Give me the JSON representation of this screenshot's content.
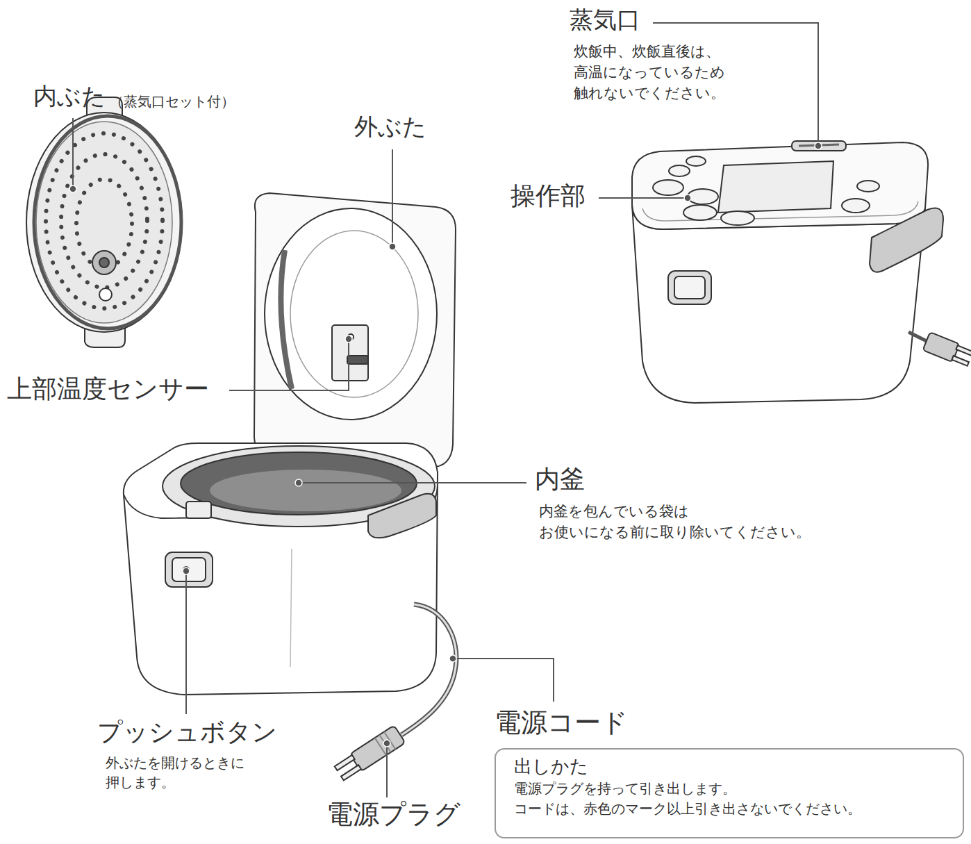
{
  "diagram": {
    "nodes": [
      {
        "text": [
          "出しかた",
          "電源プラグを持って引き出します。",
          "コードは、赤色のマーク以上引き出さないでください。"
        ]
      }
    ],
    "labels": [
      "内ぶた",
      "（蒸気口セット付）",
      "外ぶた",
      "蒸気口",
      "炊飯中、炊飯直後は、",
      "高温になっているため",
      "触れないでください。",
      "操作部",
      "上部温度センサー",
      "内釜",
      "内釜を包んでいる袋は",
      "お使いになる前に取り除いてください。",
      "プッシュボタン",
      "外ぶたを開けるときに",
      "押します。",
      "電源コード",
      "電源プラグ"
    ]
  }
}
